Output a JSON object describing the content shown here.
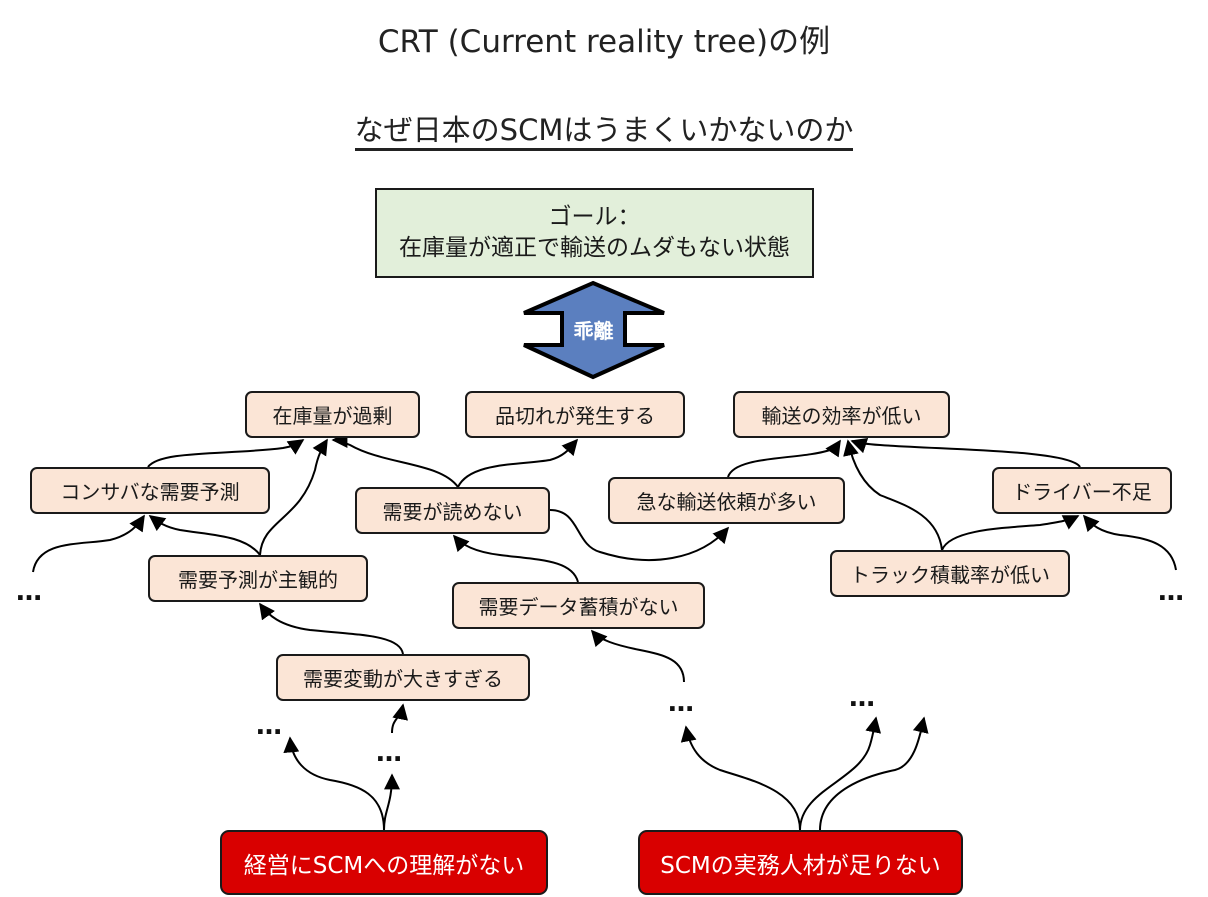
{
  "title": "CRT (Current reality tree)の例",
  "subtitle": "なぜ日本のSCMはうまくいかないのか",
  "goal": {
    "label": "ゴール：",
    "text": "在庫量が適正で輸送のムダもない状態"
  },
  "gap_arrow": {
    "label": "乖離",
    "color": "#5b7fbf"
  },
  "colors": {
    "goal_fill": "#e2efda",
    "effect_fill": "#fbe5d6",
    "root_fill": "#d90000"
  },
  "undesirable_effects": [
    {
      "id": "excess-inventory",
      "text": "在庫量が過剰"
    },
    {
      "id": "stockout",
      "text": "品切れが発生する"
    },
    {
      "id": "low-transport-efficiency",
      "text": "輸送の効率が低い"
    }
  ],
  "intermediate_causes": [
    {
      "id": "conservative-forecast",
      "text": "コンサバな需要予測"
    },
    {
      "id": "demand-unpredictable",
      "text": "需要が読めない"
    },
    {
      "id": "urgent-transport-requests",
      "text": "急な輸送依頼が多い"
    },
    {
      "id": "driver-shortage",
      "text": "ドライバー不足"
    },
    {
      "id": "subjective-forecast",
      "text": "需要予測が主観的"
    },
    {
      "id": "no-demand-data",
      "text": "需要データ蓄積がない"
    },
    {
      "id": "low-truck-load-rate",
      "text": "トラック積載率が低い"
    },
    {
      "id": "demand-volatility",
      "text": "需要変動が大きすぎる"
    }
  ],
  "root_causes": [
    {
      "id": "management-lacks-scm-understanding",
      "text": "経営にSCMへの理解がない"
    },
    {
      "id": "scm-talent-shortage",
      "text": "SCMの実務人材が足りない"
    }
  ],
  "ellipsis": "…",
  "edges": [
    [
      "conservative-forecast",
      "excess-inventory"
    ],
    [
      "subjective-forecast",
      "excess-inventory"
    ],
    [
      "demand-unpredictable",
      "excess-inventory"
    ],
    [
      "demand-unpredictable",
      "stockout"
    ],
    [
      "demand-unpredictable",
      "urgent-transport-requests"
    ],
    [
      "urgent-transport-requests",
      "low-transport-efficiency"
    ],
    [
      "low-truck-load-rate",
      "low-transport-efficiency"
    ],
    [
      "driver-shortage",
      "low-transport-efficiency"
    ],
    [
      "low-truck-load-rate",
      "driver-shortage"
    ],
    [
      "subjective-forecast",
      "conservative-forecast"
    ],
    [
      "demand-volatility",
      "subjective-forecast"
    ],
    [
      "no-demand-data",
      "demand-unpredictable"
    ]
  ]
}
